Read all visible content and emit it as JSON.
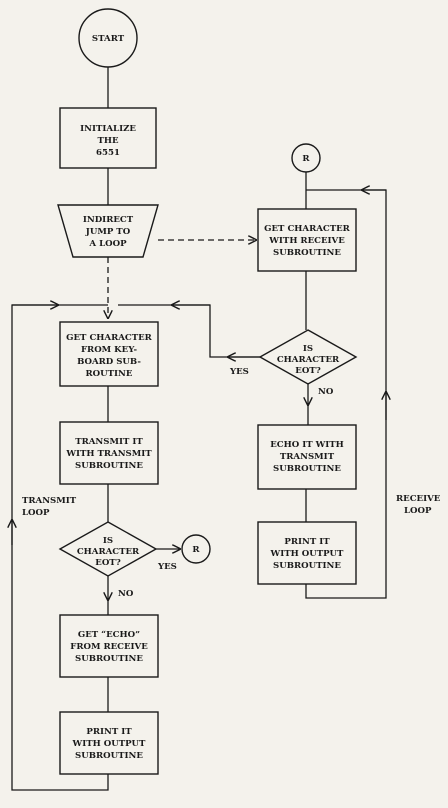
{
  "nodes": {
    "start": [
      "START"
    ],
    "init": [
      "INITIALIZE",
      "THE",
      "6551"
    ],
    "jump": [
      "INDIRECT",
      "JUMP TO",
      "A LOOP"
    ],
    "r_top": [
      "R"
    ],
    "get_recv": [
      "GET CHARACTER",
      "WITH RECEIVE",
      "SUBROUTINE"
    ],
    "get_kbd": [
      "GET CHARACTER",
      "FROM KEY-",
      "BOARD SUB-",
      "ROUTINE"
    ],
    "is_eot_right": [
      "IS",
      "CHARACTER",
      "EOT?"
    ],
    "echo": [
      "ECHO IT WITH",
      "TRANSMIT",
      "SUBROUTINE"
    ],
    "print_right": [
      "PRINT IT",
      "WITH OUTPUT",
      "SUBROUTINE"
    ],
    "transmit": [
      "TRANSMIT IT",
      "WITH TRANSMIT",
      "SUBROUTINE"
    ],
    "is_eot_left": [
      "IS",
      "CHARACTER",
      "EOT?"
    ],
    "r_left": [
      "R"
    ],
    "get_echo": [
      "GET “ECHO”",
      "FROM RECEIVE",
      "SUBROUTINE"
    ],
    "print_left": [
      "PRINT IT",
      "WITH OUTPUT",
      "SUBROUTINE"
    ]
  },
  "labels": {
    "yes_right": "YES",
    "no_right": "NO",
    "yes_left": "YES",
    "no_left": "NO",
    "transmit_loop": [
      "TRANSMIT",
      "LOOP"
    ],
    "receive_loop": [
      "RECEIVE",
      "LOOP"
    ]
  }
}
